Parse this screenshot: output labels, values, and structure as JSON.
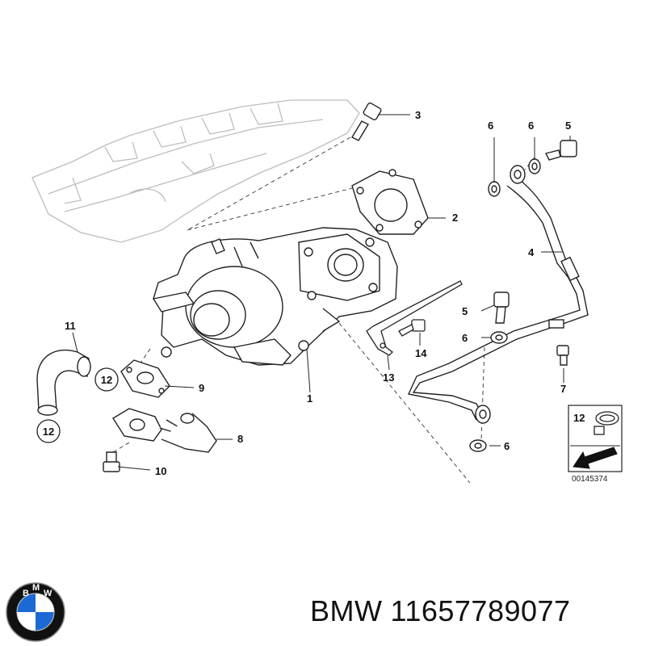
{
  "diagram": {
    "callouts": {
      "c1": "1",
      "c2": "2",
      "c3": "3",
      "c4": "4",
      "c5a": "5",
      "c5b": "5",
      "c6a": "6",
      "c6b": "6",
      "c6c": "6",
      "c6d": "6",
      "c7": "7",
      "c8": "8",
      "c9": "9",
      "c10": "10",
      "c11": "11",
      "c12a": "12",
      "c12b": "12",
      "c12c": "12",
      "c13": "13",
      "c14": "14"
    },
    "reference_number": "00145374"
  },
  "caption": {
    "brand": "BMW",
    "part_number": "11657789077"
  },
  "logo": {
    "letters": [
      "B",
      "M",
      "W"
    ],
    "colors": {
      "ring": "#000000",
      "blue": "#1c69d4",
      "white": "#ffffff"
    }
  }
}
